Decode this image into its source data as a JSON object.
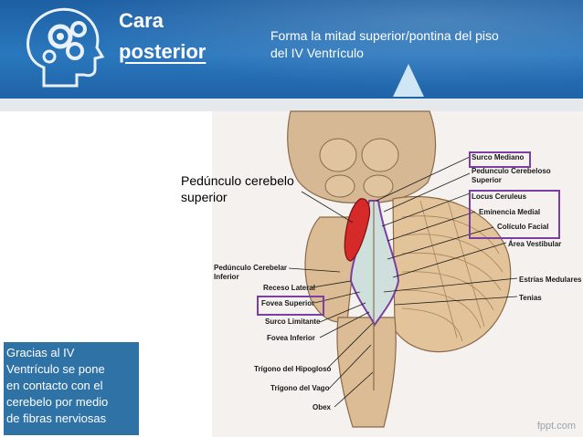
{
  "header": {
    "title_line1": "Cara",
    "title_line2": "posterior",
    "subtitle_line1": "Forma la mitad superior/pontina del piso",
    "subtitle_line2": "del IV Ventrículo",
    "logo_icon": "head-gears-icon"
  },
  "figure": {
    "highlight_label_line1": "Pedúnculo cerebelo",
    "highlight_label_line2": "superior",
    "labels": {
      "surco_mediano": "Surco Mediano",
      "pedunculo_cerebeloso_superior_line1": "Pedunculo Cerebeloso",
      "pedunculo_cerebeloso_superior_line2": "Superior",
      "locus_ceruleus": "Locus Ceruleus",
      "eminencia_medial": "Eminencia Medial",
      "coliculo_facial": "Colículo Facial",
      "area_vestibular": "Área Vestibular",
      "pedunculo_cerebelar_inferior_line1": "Pedúnculo Cerebelar",
      "pedunculo_cerebelar_inferior_line2": "Inferior",
      "receso_lateral": "Receso Lateral",
      "estrias_medulares": "Estrías Medulares",
      "fovea_superior": "Fovea Superior",
      "tenias": "Tenias",
      "surco_limitante": "Surco Limitante",
      "fovea_inferior": "Fovea Inferior",
      "trigono_hipogloso": "Trígono del Hipogloso",
      "trigono_vago": "Trígono del Vago",
      "obex": "Obex"
    }
  },
  "callout": {
    "line1": "Gracias al IV",
    "line2": "Ventrículo se pone",
    "line3": "en contacto con el",
    "line4": "cerebelo por medio",
    "line5": "de fibras nerviosas"
  },
  "footer": {
    "watermark": "fppt.com"
  },
  "colors": {
    "header_blue": "#2a77bd",
    "callout_blue": "#2f72a6",
    "highlight_red": "#d62a2a",
    "box_purple": "#7b3fa3"
  }
}
